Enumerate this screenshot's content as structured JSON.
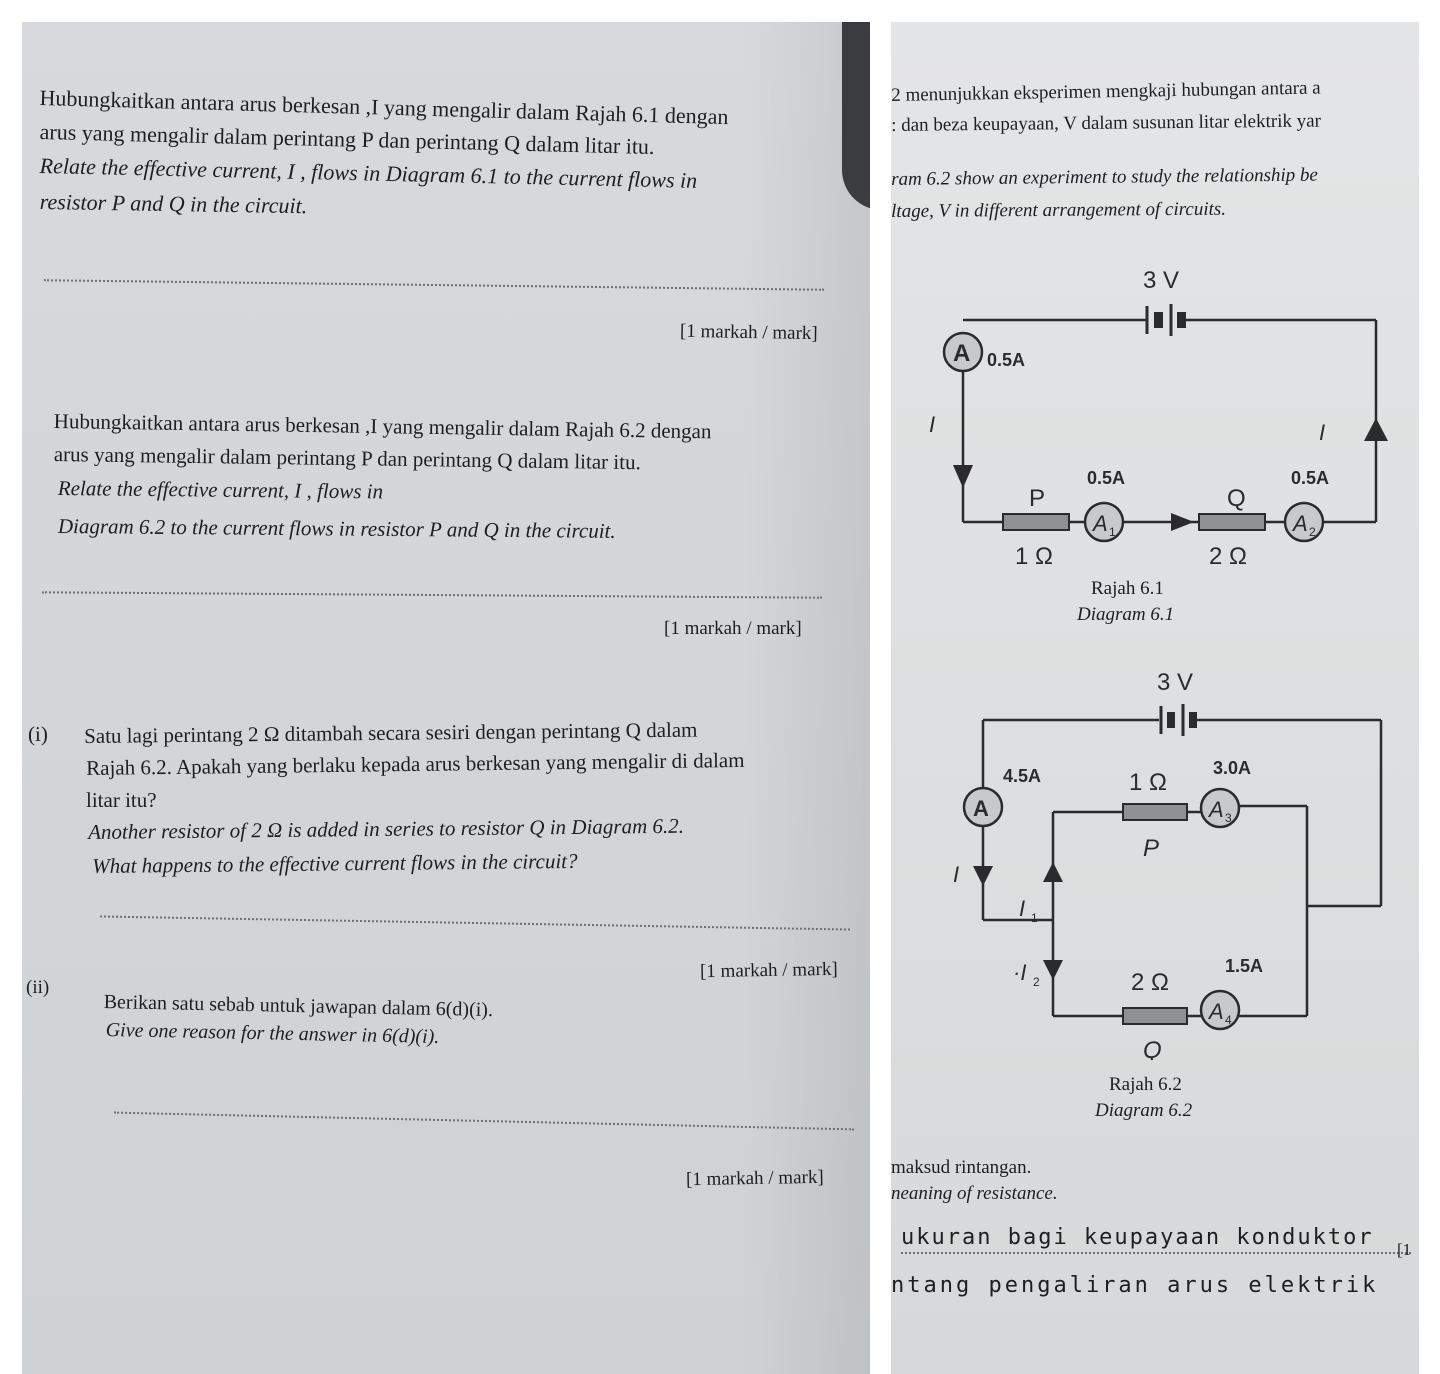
{
  "left": {
    "q_c": {
      "malay_l1": "Hubungkaitkan antara arus berkesan ,I yang mengalir dalam Rajah 6.1 dengan",
      "malay_l2": "arus yang mengalir dalam perintang P dan perintang Q dalam litar itu.",
      "en_l1": "Relate the effective current, I , flows in Diagram 6.1 to the current flows in",
      "en_l2": "resistor P and Q in the circuit.",
      "mark": "[1 markah / mark]"
    },
    "q_d": {
      "malay_l1": "Hubungkaitkan antara arus berkesan ,I yang mengalir dalam Rajah 6.2 dengan",
      "malay_l2": "arus yang mengalir dalam perintang P dan perintang Q dalam litar itu.",
      "en_l1": "Relate the effective current, I , flows in",
      "en_l2": "Diagram 6.2 to the current flows in resistor P and Q in the circuit.",
      "mark": "[1 markah / mark]"
    },
    "q_i": {
      "num": "(i)",
      "malay_l1": "Satu lagi perintang 2 Ω ditambah secara sesiri dengan perintang Q dalam",
      "malay_l2": "Rajah 6.2.  Apakah yang berlaku kepada arus berkesan yang mengalir di dalam",
      "malay_l3": "litar itu?",
      "en_l1": "Another resistor of 2 Ω is added in series to resistor Q in Diagram 6.2.",
      "en_l2": "What happens to the effective current flows in the circuit?",
      "mark": "[1 markah / mark]"
    },
    "q_ii": {
      "num": "(ii)",
      "malay_l1": "Berikan satu sebab untuk jawapan dalam 6(d)(i).",
      "en_l1": "Give one reason for the answer in 6(d)(i).",
      "mark": "[1 markah / mark]"
    }
  },
  "right": {
    "intro": {
      "malay_l1": "2 menunjukkan eksperimen mengkaji hubungan antara a",
      "malay_l2": ": dan beza keupayaan, V dalam susunan litar elektrik yar",
      "en_l1": "ram 6.2 show an experiment to study the relationship be",
      "en_l2": "ltage, V in different arrangement of circuits."
    },
    "diagram1": {
      "battery": "3 V",
      "ammeter": "A",
      "ammeter_reading": "0.5A",
      "current_left": "I",
      "current_right": "I",
      "p_label": "P",
      "p_value": "1 Ω",
      "a1_reading": "0.5A",
      "a1": "A",
      "a1_sub": "1",
      "q_label": "Q",
      "q_value": "2 Ω",
      "a2_reading": "0.5A",
      "a2": "A",
      "a2_sub": "2",
      "caption_malay": "Rajah 6.1",
      "caption_en": "Diagram 6.1"
    },
    "diagram2": {
      "battery": "3 V",
      "ammeter": "A",
      "ammeter_reading": "4.5A",
      "current": "I",
      "p_value": "1 Ω",
      "p_label": "P",
      "a3_reading": "3.0A",
      "a3": "A",
      "a3_sub": "3",
      "i1": "I",
      "i1_sub": "1",
      "i2": "·I",
      "i2_sub": "2",
      "q_value": "2 Ω",
      "q_label": "Q",
      "a4_reading": "1.5A",
      "a4": "A",
      "a4_sub": "4",
      "caption_malay": "Rajah 6.2",
      "caption_en": "Diagram 6.2"
    },
    "bottom": {
      "malay": "maksud rintangan.",
      "en": "neaning of resistance.",
      "hand1": "ukuran bagi keupayaan konduktor",
      "bracket": "[1",
      "hand2": "ntang pengaliran arus elektrik"
    }
  }
}
